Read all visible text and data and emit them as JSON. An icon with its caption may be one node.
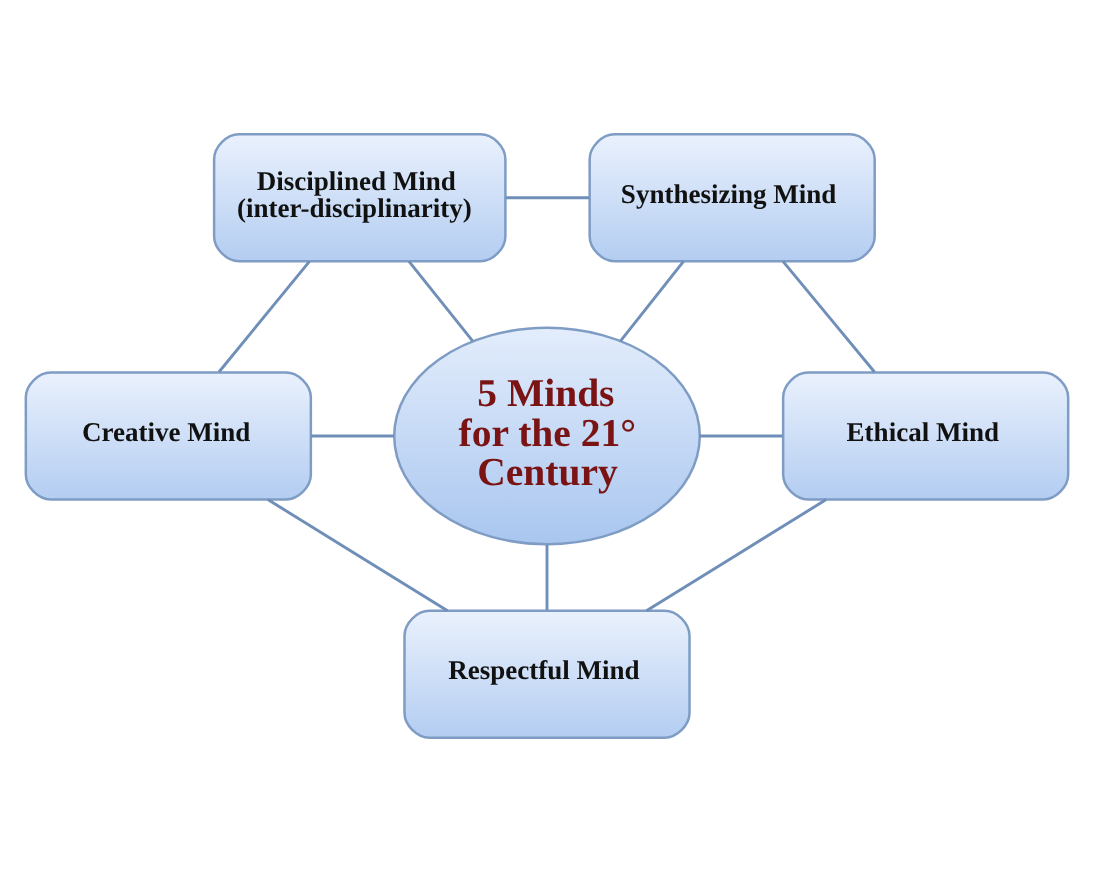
{
  "diagram": {
    "nodes": [
      {
        "text": [
          "Disciplined Mind (inter-disciplinarity)"
        ]
      },
      {
        "text": [
          "Synthesizing Mind"
        ]
      },
      {
        "text": [
          "5 Minds for the 21° Century"
        ]
      },
      {
        "text": [
          "Creative Mind"
        ]
      },
      {
        "text": [
          "Ethical Mind"
        ]
      },
      {
        "text": [
          "Respectful Mind"
        ]
      }
    ],
    "edges": [
      {
        "from": 0,
        "to": 1,
        "arrow": "none"
      },
      {
        "from": 1,
        "to": 4,
        "arrow": "none"
      },
      {
        "from": 4,
        "to": 5,
        "arrow": "none"
      },
      {
        "from": 5,
        "to": 3,
        "arrow": "none"
      },
      {
        "from": 3,
        "to": 0,
        "arrow": "none"
      },
      {
        "from": 2,
        "to": 0,
        "arrow": "none"
      },
      {
        "from": 2,
        "to": 1,
        "arrow": "none"
      },
      {
        "from": 2,
        "to": 3,
        "arrow": "none"
      },
      {
        "from": 2,
        "to": 4,
        "arrow": "none"
      },
      {
        "from": 2,
        "to": 5,
        "arrow": "none"
      }
    ]
  }
}
